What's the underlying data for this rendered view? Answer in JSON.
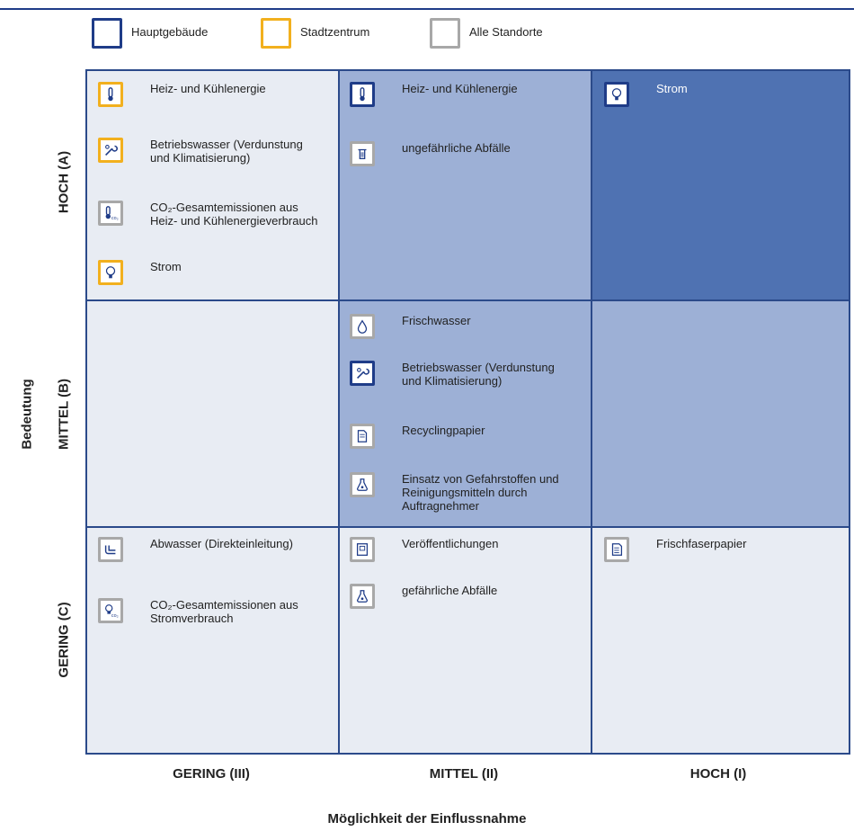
{
  "legend": [
    {
      "label": "Hauptgebäude",
      "color": "#1f3c88"
    },
    {
      "label": "Stadtzentrum",
      "color": "#f2b01e"
    },
    {
      "label": "Alle Standorte",
      "color": "#a8a8a8"
    }
  ],
  "colors": {
    "cell_light": "#e8ecf3",
    "cell_mid": "#9db0d6",
    "cell_dark": "#4f72b2",
    "grid_line": "#2b4a8a"
  },
  "axes": {
    "y_title": "Bedeutung",
    "x_title": "Möglichkeit  der Einflussnahme",
    "rows": [
      "HOCH (A)",
      "MITTEL  (B)",
      "GERING (C)"
    ],
    "cols": [
      "GERING (III)",
      "MITTEL  (II)",
      "HOCH (I)"
    ]
  },
  "cells": {
    "hoch_gering": [
      {
        "text": "Heiz- und Kühlenergie",
        "icon": "thermometer-icon",
        "border": "#f2b01e"
      },
      {
        "text": "Betriebswasser (Verdunstung und Klimatisierung)",
        "icon": "wrench-icon",
        "border": "#f2b01e"
      },
      {
        "text": "CO₂-Gesamtemissionen aus Heiz- und Kühlenergieverbrauch",
        "icon": "thermometer-co2-icon",
        "border": "#a8a8a8"
      },
      {
        "text": "Strom",
        "icon": "lightbulb-icon",
        "border": "#f2b01e"
      }
    ],
    "hoch_mittel": [
      {
        "text": "Heiz- und Kühlenergie",
        "icon": "thermometer-icon",
        "border": "#1f3c88"
      },
      {
        "text": "ungefährliche Abfälle",
        "icon": "trash-icon",
        "border": "#a8a8a8"
      }
    ],
    "hoch_hoch": [
      {
        "text": "Strom",
        "icon": "lightbulb-icon",
        "border": "#1f3c88"
      }
    ],
    "mittel_mittel": [
      {
        "text": "Frischwasser",
        "icon": "water-drop-icon",
        "border": "#a8a8a8"
      },
      {
        "text": "Betriebswasser (Verdunstung und Klimatisierung)",
        "icon": "wrench-icon",
        "border": "#1f3c88"
      },
      {
        "text": "Recyclingpapier",
        "icon": "recycled-paper-icon",
        "border": "#a8a8a8"
      },
      {
        "text": "Einsatz von Gefahrstoffen und Reinigungsmitteln durch Auftragnehmer",
        "icon": "flask-hazard-icon",
        "border": "#a8a8a8"
      }
    ],
    "gering_gering": [
      {
        "text": "Abwasser (Direkteinleitung)",
        "icon": "pipe-icon",
        "border": "#a8a8a8"
      },
      {
        "text": "CO₂-Gesamtemissionen aus Stromverbrauch",
        "icon": "lightbulb-co2-icon",
        "border": "#a8a8a8"
      }
    ],
    "gering_mittel": [
      {
        "text": "Veröffentlichungen",
        "icon": "publication-icon",
        "border": "#a8a8a8"
      },
      {
        "text": "gefährliche Abfälle",
        "icon": "flask-hazard-icon",
        "border": "#a8a8a8"
      }
    ],
    "gering_hoch": [
      {
        "text": "Frischfaserpapier",
        "icon": "paper-icon",
        "border": "#a8a8a8"
      }
    ]
  }
}
